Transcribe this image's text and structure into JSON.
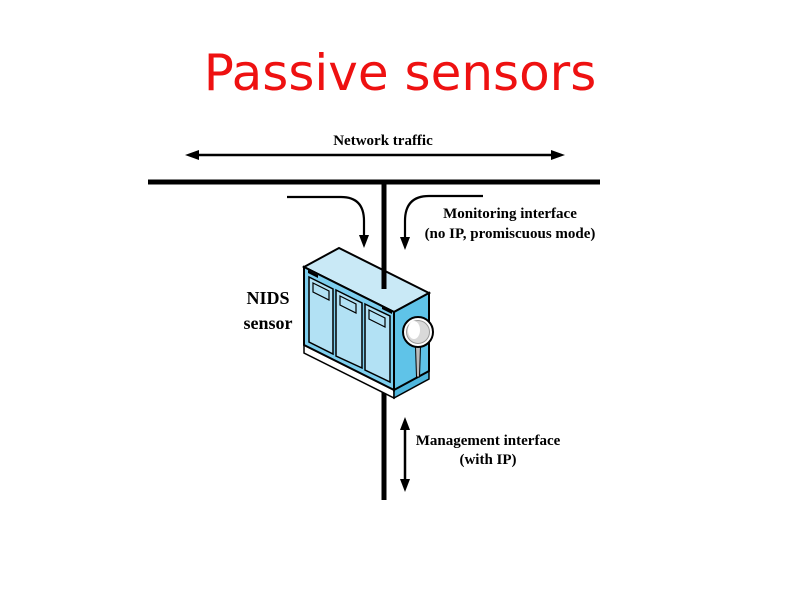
{
  "slide": {
    "title": "Passive sensors",
    "title_color": "#ee1111",
    "background_color": "#ffffff"
  },
  "diagram": {
    "network_arrow_label": "Network traffic",
    "monitoring_interface": {
      "line1": "Monitoring interface",
      "line2": "(no IP, promiscuous mode)"
    },
    "sensor_label": {
      "line1": "NIDS",
      "line2": "sensor"
    },
    "management_interface": {
      "line1": "Management interface",
      "line2": "(with IP)"
    },
    "icons": {
      "sensor_lens": "magnifying-glass"
    },
    "colors": {
      "line": "#000000",
      "box_top": "#c9e9f6",
      "box_front": "#7dceee",
      "box_side": "#5fc3e8",
      "box_panel": "#b2e1f4",
      "box_plinth_front": "#ffffff",
      "box_plinth_side": "#4fb6dd",
      "lens_ring": "#ffffff",
      "lens_glass": "#d9d9d9",
      "lens_highlight": "#ffffff",
      "handle": "#bbbbbb"
    }
  }
}
